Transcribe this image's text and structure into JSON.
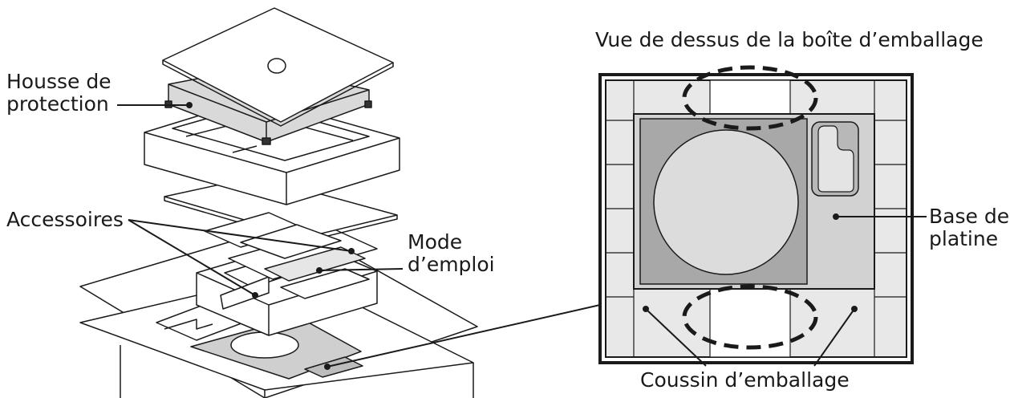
{
  "labels": {
    "housse": "Housse de\nprotection",
    "accessoires": "Accessoires",
    "mode_emploi": "Mode\nd’emploi",
    "vue_dessus": "Vue de dessus de la boîte d’emballage",
    "base_platine": "Base de\nplatine",
    "coussin": "Coussin d’emballage"
  },
  "colors": {
    "line": "#1a1a1a",
    "light_gray": "#e8e8e8",
    "mid_gray": "#d2d2d2",
    "dark_gray": "#a8a8a8",
    "paper": "#ffffff"
  }
}
